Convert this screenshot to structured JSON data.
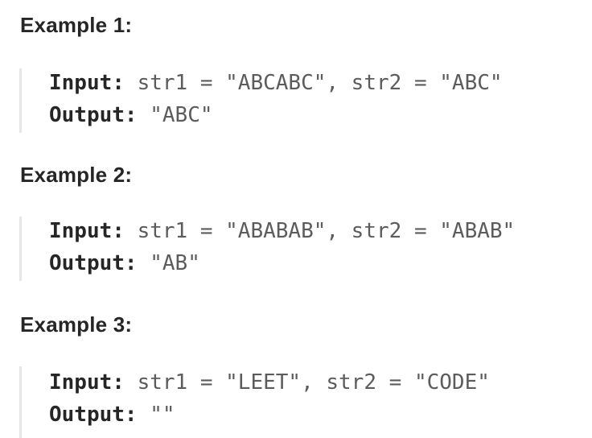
{
  "examples": [
    {
      "heading": "Example 1:",
      "input_label": "Input:",
      "input_value": "str1 = \"ABCABC\", str2 = \"ABC\"",
      "output_label": "Output:",
      "output_value": "\"ABC\""
    },
    {
      "heading": "Example 2:",
      "input_label": "Input:",
      "input_value": "str1 = \"ABABAB\", str2 = \"ABAB\"",
      "output_label": "Output:",
      "output_value": "\"AB\""
    },
    {
      "heading": "Example 3:",
      "input_label": "Input:",
      "input_value": "str1 = \"LEET\", str2 = \"CODE\"",
      "output_label": "Output:",
      "output_value": "\"\""
    }
  ]
}
